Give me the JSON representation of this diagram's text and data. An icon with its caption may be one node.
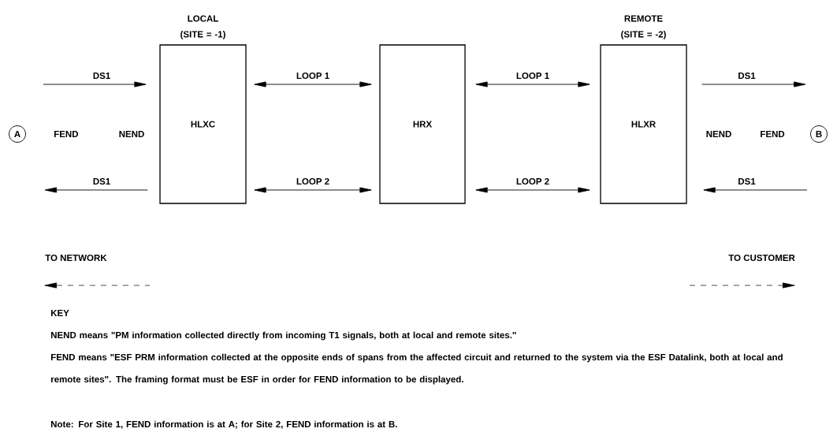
{
  "diagram": {
    "nodes": [
      {
        "text": [
          "A"
        ]
      },
      {
        "text": [
          "LOCAL (SITE = -1)",
          "HLXC"
        ]
      },
      {
        "text": [
          "HRX"
        ]
      },
      {
        "text": [
          "REMOTE (SITE = -2)",
          "HLXR"
        ]
      },
      {
        "text": [
          "B"
        ]
      }
    ],
    "edges": [
      {
        "from": null,
        "to": 1,
        "arrow": "to",
        "label": "DS1"
      },
      {
        "from": 1,
        "to": null,
        "arrow": "to",
        "label": "DS1"
      },
      {
        "from": 1,
        "to": 2,
        "arrow": "both",
        "label": "LOOP 1"
      },
      {
        "from": 1,
        "to": 2,
        "arrow": "both",
        "label": "LOOP 2"
      },
      {
        "from": 2,
        "to": 3,
        "arrow": "both",
        "label": "LOOP 1"
      },
      {
        "from": 2,
        "to": 3,
        "arrow": "both",
        "label": "LOOP 2"
      },
      {
        "from": 3,
        "to": null,
        "arrow": "to",
        "label": "DS1"
      },
      {
        "from": null,
        "to": 3,
        "arrow": "to",
        "label": "DS1"
      }
    ],
    "labels": [
      "FEND",
      "NEND",
      "NEND",
      "FEND",
      "TO NETWORK",
      "TO CUSTOMER",
      "KEY",
      "NEND means \"PM information collected directly from incoming T1 signals, both at local and remote sites.\"",
      "FEND means \"ESF PRM information collected at the opposite ends of spans from the affected circuit and returned to the system via the ESF Datalink, both at local and remote sites\". The framing format must be ESF in order for FEND information to be displayed.",
      "Note: For Site 1, FEND information is at A; for Site 2, FEND information is at B."
    ]
  }
}
